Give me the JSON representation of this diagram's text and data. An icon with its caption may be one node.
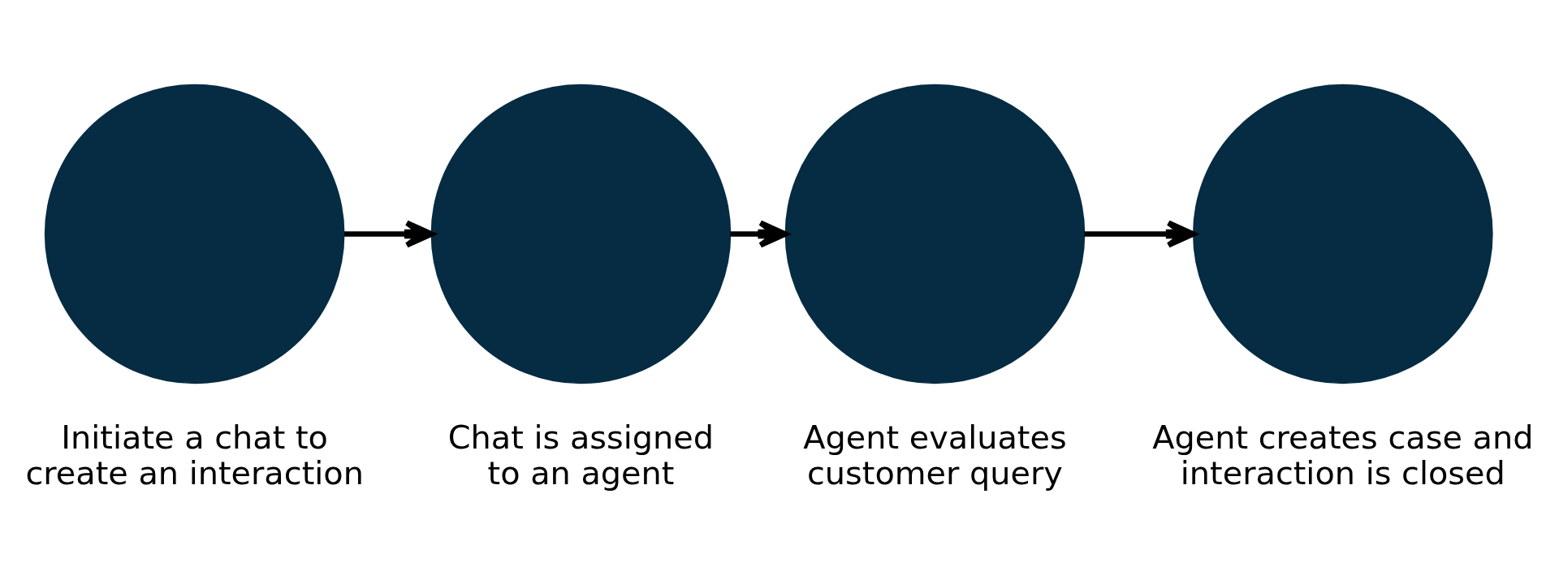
{
  "diagram": {
    "nodes": [
      {
        "text": [],
        "shape": "circle",
        "beside": [
          "Initiate a chat to create an interaction"
        ]
      },
      {
        "text": [],
        "shape": "circle",
        "beside": [
          "Chat is assigned to an agent"
        ]
      },
      {
        "text": [],
        "shape": "circle",
        "beside": [
          "Agent evaluates customer query"
        ]
      },
      {
        "text": [],
        "shape": "circle",
        "beside": [
          "Agent creates case and interaction is closed"
        ]
      }
    ],
    "edges": [
      {
        "from": 0,
        "to": 1,
        "arrow": "to"
      },
      {
        "from": 1,
        "to": 2,
        "arrow": "to"
      },
      {
        "from": 2,
        "to": 3,
        "arrow": "to"
      }
    ]
  }
}
